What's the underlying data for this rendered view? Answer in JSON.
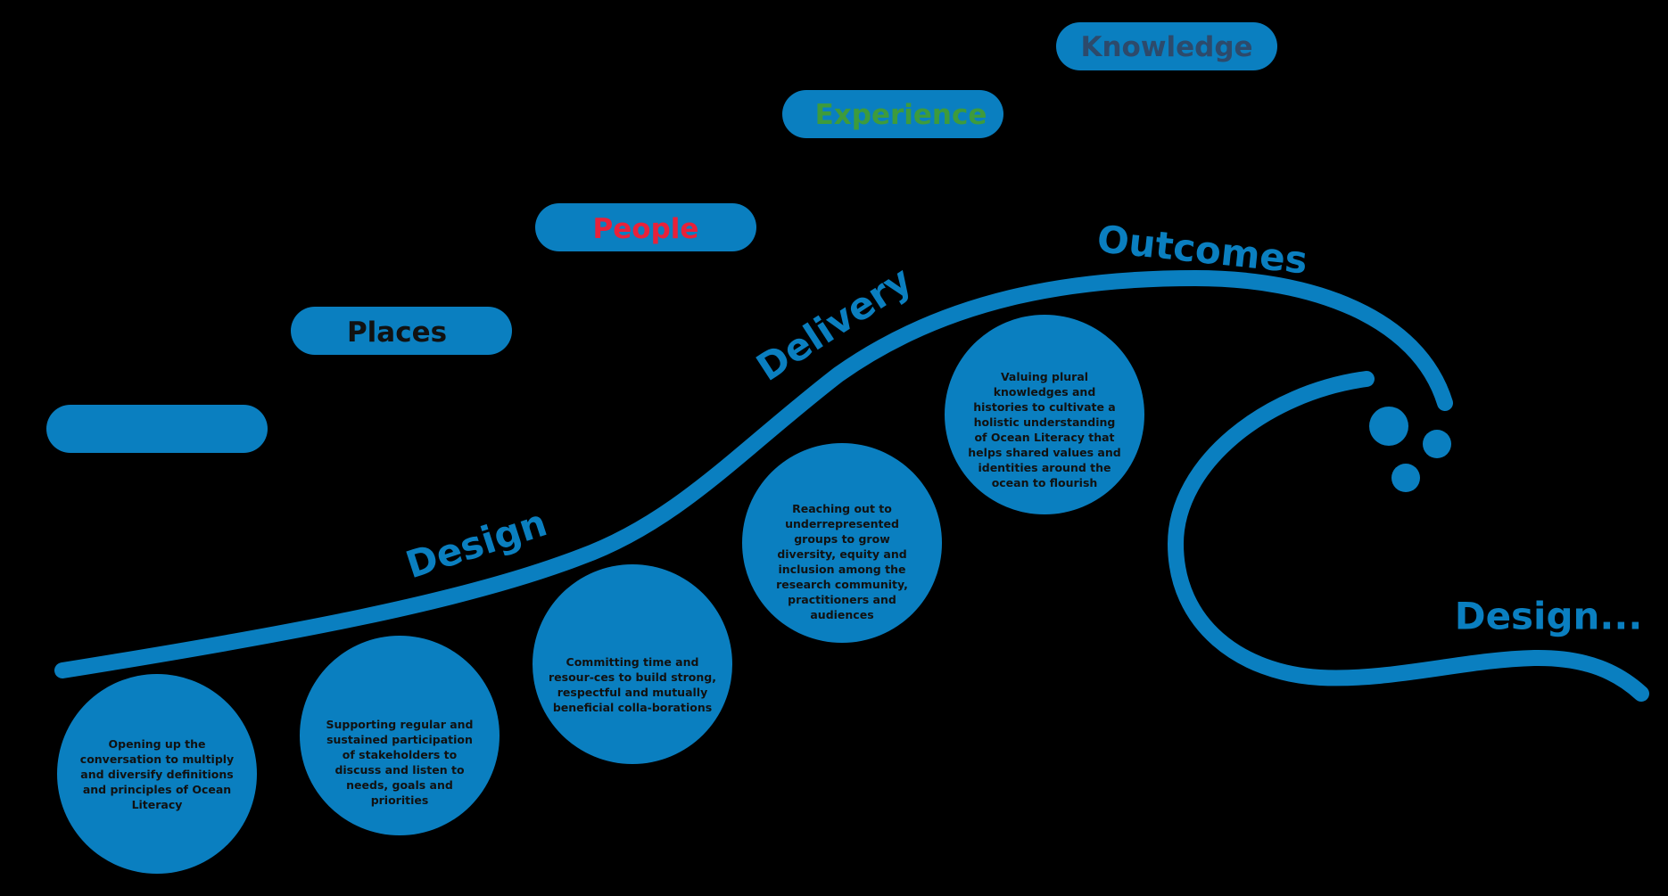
{
  "colors": {
    "background": "#000000",
    "blue": "#0a7fc0",
    "circle_text": "#111111",
    "places_text": "#111111",
    "people_text": "#e8213a",
    "experience_text": "#3e9b3c",
    "knowledge_text": "#2d4a6b",
    "design_end_text": "#b3b3b3"
  },
  "pills": {
    "first": "",
    "places": "Places",
    "people": "People",
    "experience": "Experience",
    "knowledge": "Knowledge"
  },
  "wave_labels": {
    "design": "Design",
    "delivery": "Delivery",
    "outcomes": "Outcomes",
    "design_end": "Design..."
  },
  "circles": {
    "c1": "Opening up the conversation to multiply and diversify definitions and principles of Ocean Literacy",
    "c2": "Supporting regular and sustained participation of stakeholders to discuss and listen to needs, goals and priorities",
    "c3": "Committing time and resour-ces to build strong, respectful and mutually beneficial colla-borations",
    "c4": "Reaching out to underrepresented groups to grow diversity, equity and inclusion among the research community, practitioners and audiences",
    "c5": "Valuing plural knowledges and histories to cultivate a holistic understanding of Ocean Literacy that helps shared values and identities around the ocean to flourish"
  }
}
